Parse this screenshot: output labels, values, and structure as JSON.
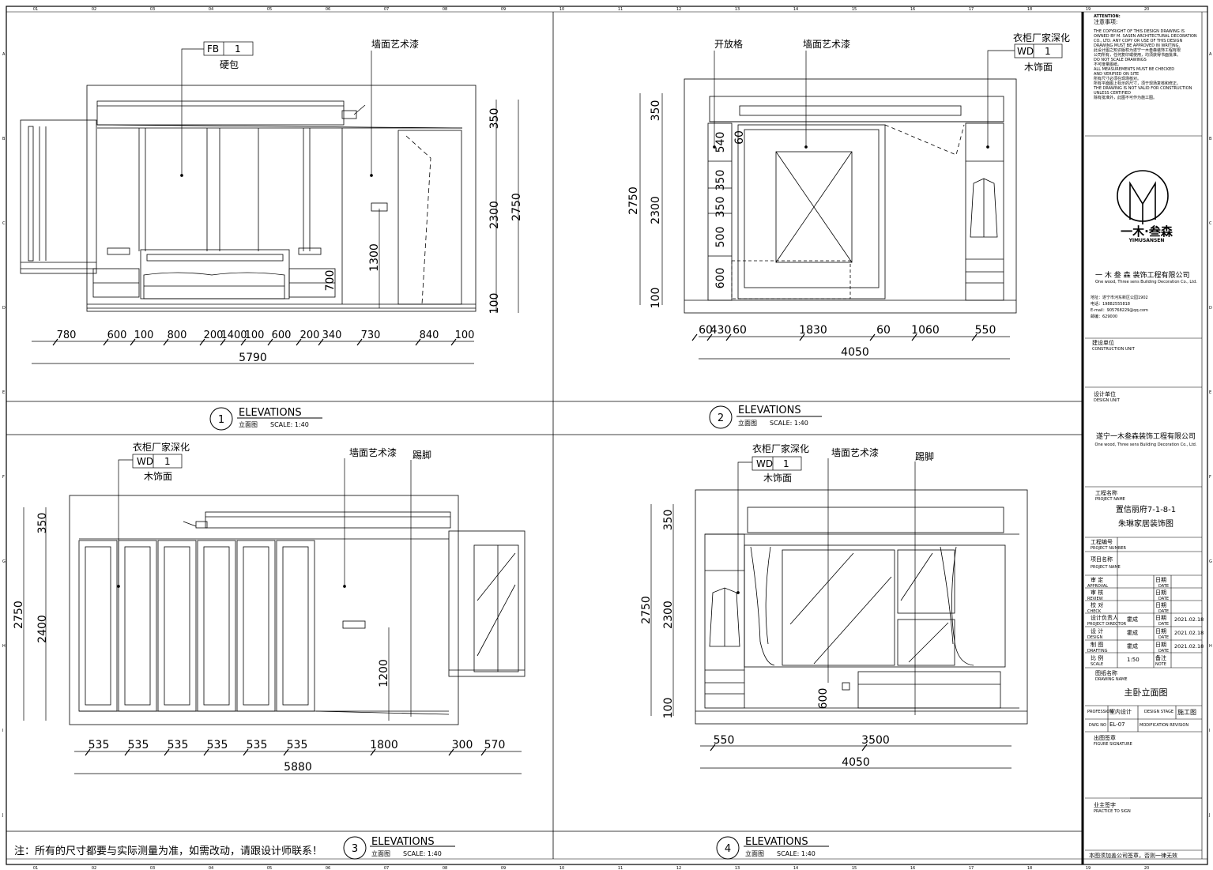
{
  "border_ticks": {
    "columns": [
      "01",
      "02",
      "03",
      "04",
      "05",
      "06",
      "07",
      "08",
      "09",
      "10",
      "11",
      "12",
      "13",
      "14",
      "15",
      "16",
      "17",
      "18",
      "19",
      "20"
    ],
    "rows": [
      "A",
      "B",
      "C",
      "D",
      "E",
      "F",
      "G",
      "H",
      "I",
      "J"
    ]
  },
  "views": [
    {
      "number": "1",
      "title": "ELEVATIONS",
      "subtitle": "立面图",
      "scale": "SCALE:  1:40",
      "callouts": {
        "tag_code": "FB",
        "tag_num": "1",
        "tag_label": "硬包",
        "wall_paint": "墙面艺术漆"
      },
      "vertical_dims": [
        "350",
        "2300",
        "2750",
        "1300",
        "700",
        "100"
      ],
      "horizontal_dims": [
        "780",
        "600",
        "100",
        "800",
        "200",
        "1400",
        "100",
        "600",
        "200",
        "340",
        "730",
        "840",
        "100"
      ],
      "total": "5790"
    },
    {
      "number": "2",
      "title": "ELEVATIONS",
      "subtitle": "立面图",
      "scale": "SCALE:  1:40",
      "callouts": {
        "open_shelf": "开放格",
        "wall_paint": "墙面艺术漆",
        "wardrobe_note": "衣柜厂家深化",
        "tag_code": "WD",
        "tag_num": "1",
        "tag_label": "木饰面"
      },
      "vertical_dims": [
        "350",
        "2750",
        "2300",
        "100",
        "540",
        "350",
        "350",
        "500",
        "600",
        "60"
      ],
      "horizontal_dims": [
        "60",
        "430",
        "60",
        "1830",
        "60",
        "1060",
        "550"
      ],
      "total": "4050"
    },
    {
      "number": "3",
      "title": "ELEVATIONS",
      "subtitle": "立面图",
      "scale": "SCALE:  1:40",
      "callouts": {
        "wardrobe_note": "衣柜厂家深化",
        "tag_code": "WD",
        "tag_num": "1",
        "tag_label": "木饰面",
        "wall_paint": "墙面艺术漆",
        "skirting": "踢脚"
      },
      "vertical_dims": [
        "350",
        "2750",
        "2400",
        "1200"
      ],
      "horizontal_dims": [
        "535",
        "535",
        "535",
        "535",
        "535",
        "535",
        "1800",
        "300",
        "570"
      ],
      "total": "5880"
    },
    {
      "number": "4",
      "title": "ELEVATIONS",
      "subtitle": "立面图",
      "scale": "SCALE:  1:40",
      "callouts": {
        "wardrobe_note": "衣柜厂家深化",
        "tag_code": "WD",
        "tag_num": "1",
        "tag_label": "木饰面",
        "wall_paint": "墙面艺术漆",
        "skirting": "踢脚"
      },
      "vertical_dims": [
        "350",
        "2750",
        "2300",
        "100",
        "600"
      ],
      "horizontal_dims": [
        "550",
        "3500"
      ],
      "total": "4050"
    }
  ],
  "footer_note": "注：所有的尺寸都要与实际测量为准，如需改动，请跟设计师联系！",
  "title_block": {
    "attention_heading": "ATTENTION:",
    "attention_cn": "注意事项:",
    "attention_lines": [
      "THE COPYRIGHT OF THIS DESIGN DRAWING IS",
      "OWNED BY M. SASEN ARCHITECTURAL DECORATION",
      "CO., LTD. ANY COPY OR USE OF THIS DESIGN",
      "DRAWING MUST BE APPROVED IN WRITING.",
      "此设计图之知识版权为遂宁一木叁森装饰工程有限",
      "公司所有，任何复印或使用，均须获得书面批准。",
      "DO NOT SCALE DRAWINGS",
      "不可度量图纸。",
      "ALL MEASUREMENTS MUST BE CHECKED",
      "AND VERIFIED ON SITE",
      "所有尺寸必须在现场核对。",
      "所有平面图上标示的尺寸，须于现场复核和修正。",
      "THE DRAWING IS NOT VALID FOR CONSTRUCTION",
      "UNLESS CERTIFIED",
      "除有批准外，此图不可作为施工图。"
    ],
    "logo_text": "一木·叁森",
    "logo_sub": "YIMUSANSEN",
    "company_name": "一 木 叁 森  装饰工程有限公司",
    "company_en": "One wood, Three sens Building Decoration Co., Ltd.",
    "contact_lines": [
      "地址：遂宁市河东新区公园1902",
      "电话：19882555818",
      "E-mail：905768229@qq.com",
      "邮编：629000"
    ],
    "construction_unit_cn": "建设单位",
    "construction_unit_en": "CONSTRUCTION UNIT",
    "design_unit_cn": "设计单位",
    "design_unit_en": "DESIGN UNIT",
    "design_unit_name": "遂宁一木叁森装饰工程有限公司",
    "design_unit_en_name": "One wood, Three sens Building Decoration Co., Ltd.",
    "project_title_cn": "工程名称",
    "project_title_en": "PROJECT NAME",
    "project_line1": "置信丽府7-1-8-1",
    "project_line2": "朱琳家居装饰图",
    "project_number_cn": "工程编号",
    "project_number_en": "PROJECT NUMBER",
    "item_name_cn": "项目名称",
    "item_name_en": "PROJECT NAME",
    "rows": [
      {
        "label_cn": "审  定",
        "label_en": "APPROVAL",
        "name": "",
        "date_cn": "日期",
        "date_en": "DATE",
        "date": ""
      },
      {
        "label_cn": "审  核",
        "label_en": "REVIEW",
        "name": "",
        "date_cn": "日期",
        "date_en": "DATE",
        "date": ""
      },
      {
        "label_cn": "校  对",
        "label_en": "CHECK",
        "name": "",
        "date_cn": "日期",
        "date_en": "DATE",
        "date": ""
      },
      {
        "label_cn": "设计负责人",
        "label_en": "PROJECT DIRECTOR",
        "name": "霍成",
        "date_cn": "日期",
        "date_en": "DATE",
        "date": "2021.02.18"
      },
      {
        "label_cn": "设  计",
        "label_en": "DESIGN",
        "name": "霍成",
        "date_cn": "日期",
        "date_en": "DATE",
        "date": "2021.02.18"
      },
      {
        "label_cn": "制  图",
        "label_en": "DRAFTING",
        "name": "霍成",
        "date_cn": "日期",
        "date_en": "DATE",
        "date": "2021.02.18"
      }
    ],
    "scale_cn": "比  例",
    "scale_en": "SCALE",
    "scale_value": "1:50",
    "remark_cn": "备注",
    "remark_en": "NOTE",
    "drawing_name_cn": "图纸名称",
    "drawing_name_en": "DRAWING NAME",
    "drawing_name": "主卧立面图",
    "profession_en": "PROFESSION",
    "profession": "室内设计",
    "design_stage_en": "DESIGN STAGE",
    "design_stage": "施工图",
    "dwg_no_en": "DWG NO",
    "dwg_no": "EL-07",
    "mod_rev_en": "MODIFICATION REVISION",
    "figure_sign_cn": "出图签章",
    "figure_sign_en": "FIGURE SIGNATURE",
    "owner_sign_cn": "业主签字",
    "owner_sign_en": "PRACTICE TO SIGN",
    "bottom_note": "本图须加盖公司签章，否则一律无效"
  }
}
